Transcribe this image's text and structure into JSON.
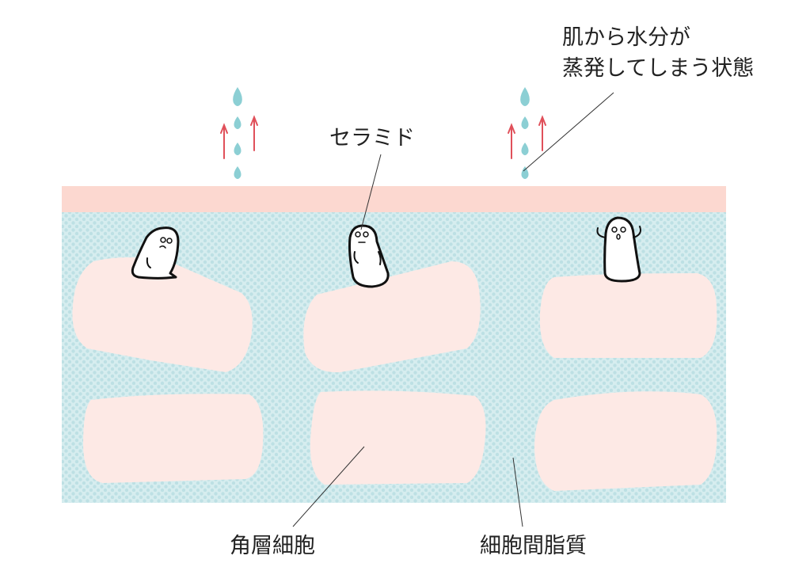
{
  "labels": {
    "evaporation_line1": "肌から水分が",
    "evaporation_line2": "蒸発してしまう状態",
    "ceramide": "セラミド",
    "corneocyte": "角層細胞",
    "intercellular_lipid": "細胞間脂質"
  },
  "colors": {
    "surface_band": "#fcd8d0",
    "lipid_background": "#d6edef",
    "lipid_dots": "#bde0e4",
    "corneocyte": "#fde9e5",
    "water_drop": "#8ccfd4",
    "arrow": "#e0505a",
    "leader_line": "#333333"
  }
}
